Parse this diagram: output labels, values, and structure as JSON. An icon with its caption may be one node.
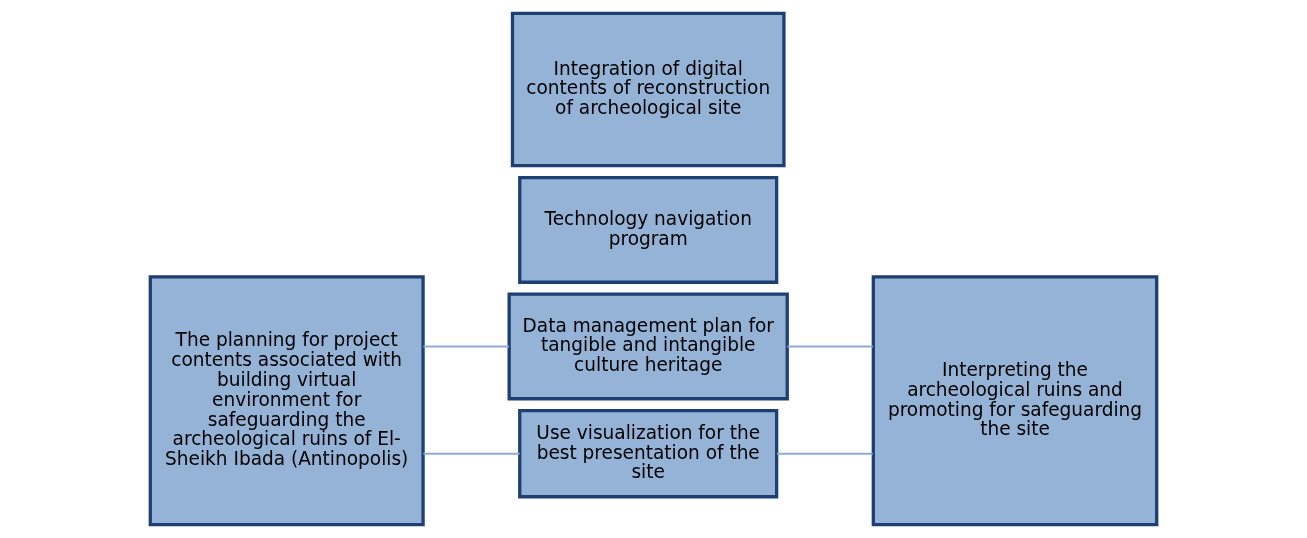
{
  "diagram": {
    "nodes": [
      {
        "text": [
          "The planning for project contents associated with building virtual environment for safeguarding the archeological ruins of El-Sheikh Ibada (Antinopolis)"
        ]
      },
      {
        "text": [
          "Data management plan for tangible and intangible culture heritage"
        ]
      },
      {
        "text": [
          "Technology navigation program"
        ]
      },
      {
        "text": [
          "Integration of digital contents of reconstruction of archeological site"
        ]
      },
      {
        "text": [
          "Use visualization for the best presentation of the site"
        ]
      },
      {
        "text": [
          "Interpreting the archeological ruins and promoting for safeguarding the site"
        ]
      }
    ],
    "edges": [
      {
        "from": 0,
        "to": 1,
        "arrow": "none"
      },
      {
        "from": 0,
        "to": 4,
        "arrow": "none"
      },
      {
        "from": 1,
        "to": 5,
        "arrow": "none"
      },
      {
        "from": 4,
        "to": 5,
        "arrow": "none"
      }
    ]
  }
}
